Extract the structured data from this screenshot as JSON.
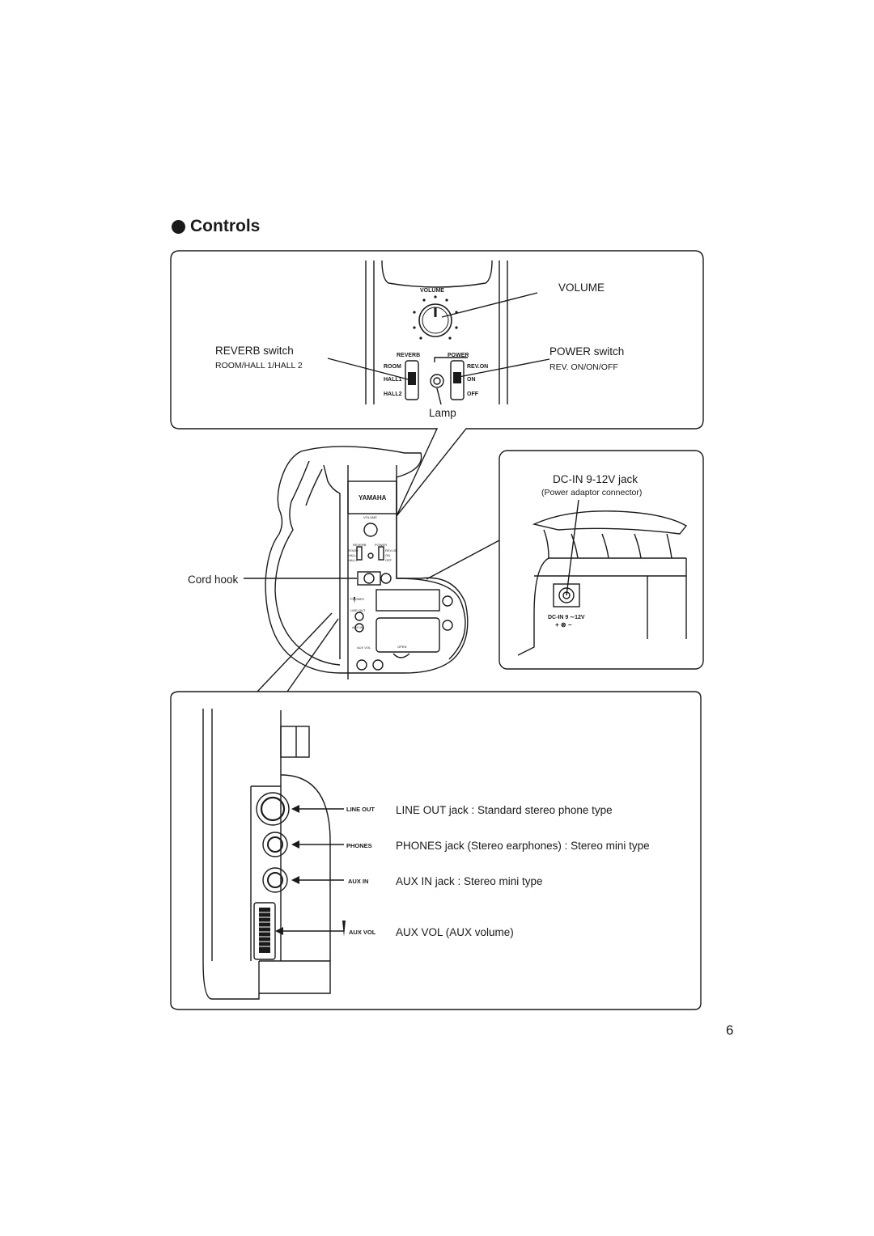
{
  "heading": "Controls",
  "top_panel": {
    "volume_label": "VOLUME",
    "reverb_switch_label": "REVERB switch",
    "reverb_switch_sub": "ROOM/HALL 1/HALL 2",
    "power_switch_label": "POWER switch",
    "power_switch_sub": "REV. ON/ON/OFF",
    "lamp_label": "Lamp",
    "panel_text": {
      "volume": "VOLUME",
      "reverb": "REVERB",
      "power": "POWER",
      "room": "ROOM",
      "hall1": "HALL1",
      "hall2": "HALL2",
      "rev_on": "REV.ON",
      "on": "ON",
      "off": "OFF"
    }
  },
  "instrument": {
    "brand": "YAMAHA",
    "cord_hook_label": "Cord hook",
    "small_text": {
      "volume": "VOLUME",
      "reverb": "REVERB",
      "power": "POWER",
      "room": "ROOM",
      "hall1": "HALL1",
      "hall2": "HALL2",
      "rev_on": "REV.ON",
      "on": "ON",
      "off": "OFF",
      "phones": "PHONES",
      "line_out": "LINE OUT",
      "aux_in": "AUX IN",
      "aux_vol": "AUX VOL",
      "open": "OPEN"
    }
  },
  "dc_panel": {
    "jack_label": "DC-IN 9-12V jack",
    "jack_sub": "(Power adaptor connector)",
    "marking": "DC-IN 9 ∼12V",
    "polarity": "+ ⊗ −"
  },
  "side_panel": {
    "jacks": [
      {
        "tag": "LINE OUT",
        "description": "LINE OUT jack : Standard stereo phone type"
      },
      {
        "tag": "PHONES",
        "description": "PHONES jack (Stereo earphones) : Stereo mini type"
      },
      {
        "tag": "AUX IN",
        "description": "AUX IN jack : Stereo mini type"
      },
      {
        "tag": "AUX VOL",
        "description": "AUX VOL (AUX volume)"
      }
    ]
  },
  "page_number": "6"
}
